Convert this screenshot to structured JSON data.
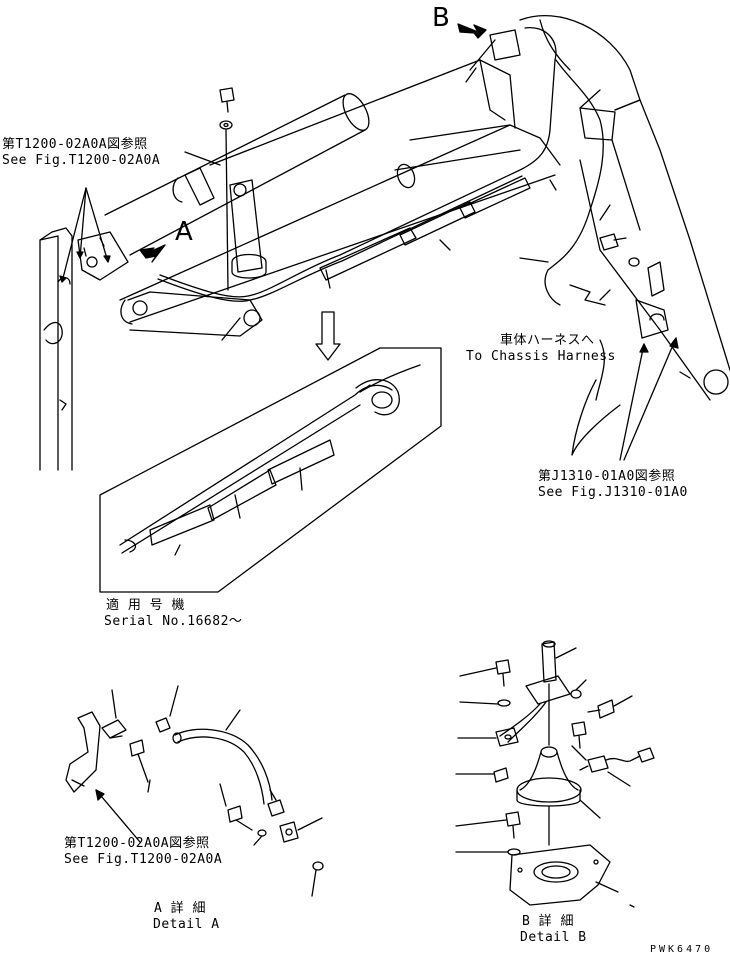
{
  "callouts": {
    "ref_top_left_jp": "第T1200-02A0A図参照",
    "ref_top_left_en": "See Fig.T1200-02A0A",
    "view_a_marker": "A",
    "view_b_marker": "B",
    "chassis_jp": "車体ハーネスへ",
    "chassis_en": "To Chassis Harness",
    "ref_right_jp": "第J1310-01A0図参照",
    "ref_right_en": "See Fig.J1310-01A0",
    "serial_jp": "適 用 号 機",
    "serial_en": "Serial No.16682～",
    "ref_bottom_jp": "第T1200-02A0A図参照",
    "ref_bottom_en": "See Fig.T1200-02A0A",
    "detail_a_jp": "A 詳 細",
    "detail_a_en": "Detail A",
    "detail_b_jp": "B 詳 細",
    "detail_b_en": "Detail B",
    "drawing_code": "PWK6470"
  },
  "colors": {
    "ink": "#000000",
    "paper": "#ffffff"
  }
}
